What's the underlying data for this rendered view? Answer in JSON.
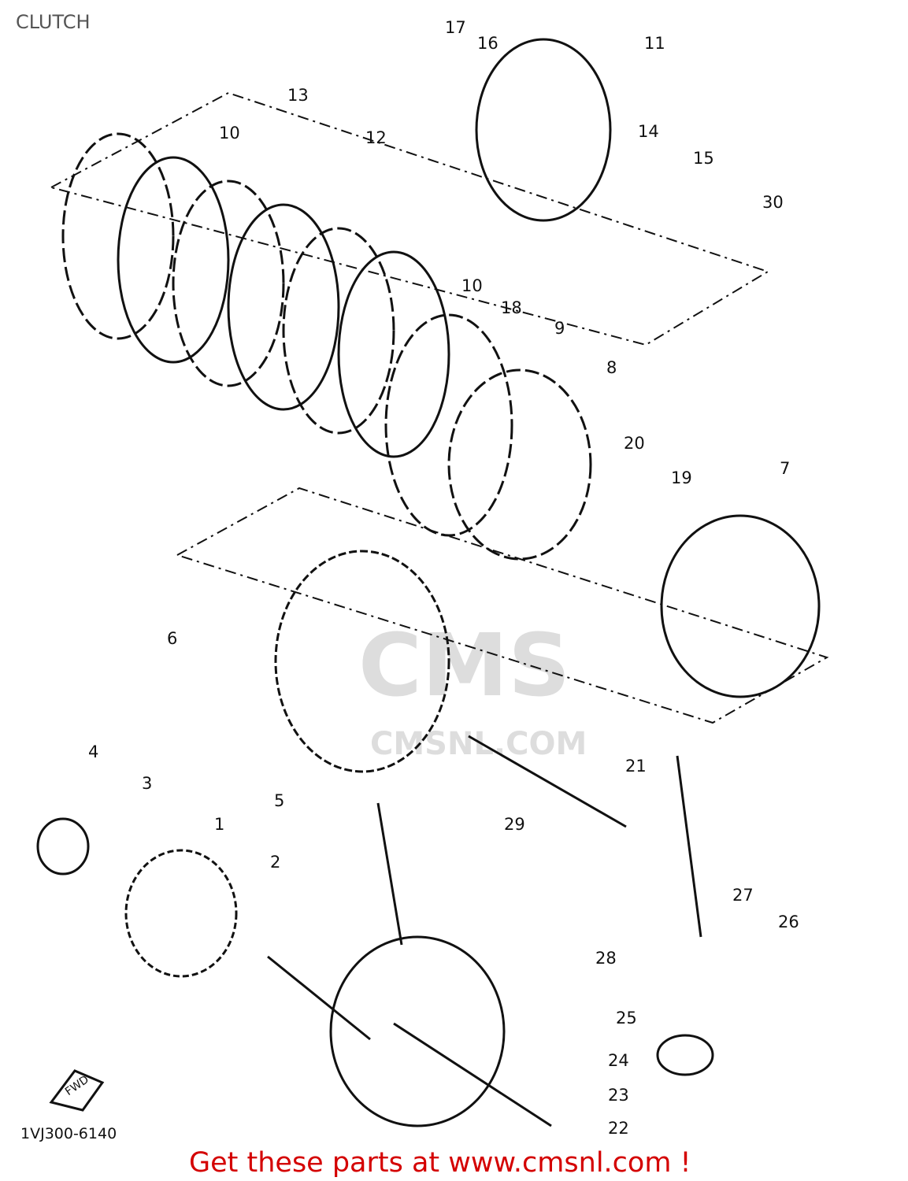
{
  "title": "CLUTCH",
  "diagram_code": "1VJ300-6140",
  "fwd_label": "FWD",
  "watermark": {
    "logo": "CMS",
    "site": "CMSNL.COM"
  },
  "callouts": [
    "17",
    "16",
    "11",
    "13",
    "12",
    "10",
    "14",
    "15",
    "30",
    "10",
    "18",
    "9",
    "8",
    "20",
    "19",
    "7",
    "6",
    "5",
    "21",
    "29",
    "4",
    "3",
    "1",
    "2",
    "27",
    "26",
    "28",
    "25",
    "24",
    "23",
    "22"
  ],
  "cta": "Get these parts at www.cmsnl.com !"
}
